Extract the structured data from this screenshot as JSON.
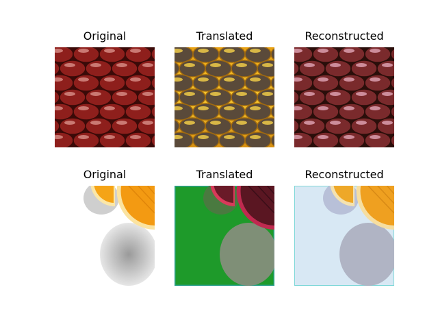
{
  "figure": {
    "rows": [
      {
        "panels": [
          {
            "title": "Original",
            "content": "apples-icon"
          },
          {
            "title": "Translated",
            "content": "translated-apples-icon"
          },
          {
            "title": "Reconstructed",
            "content": "reconstructed-apples-icon"
          }
        ]
      },
      {
        "panels": [
          {
            "title": "Original",
            "content": "orange-slices-icon"
          },
          {
            "title": "Translated",
            "content": "translated-orange-slices-icon"
          },
          {
            "title": "Reconstructed",
            "content": "reconstructed-orange-slices-icon"
          }
        ]
      }
    ]
  },
  "colors": {
    "apple_red": "#8e1f1c",
    "apple_highlight": "#d9908a",
    "apple_shadow": "#3a0a08",
    "translated_yellow": "#f2b21a",
    "translated_dark": "#5a4a3a",
    "orange": "#f39a12",
    "orange_light": "#fbe0a0",
    "green_bg": "#1e9a2a",
    "maroon": "#6a1a28",
    "pale_blue": "#d8e8f4",
    "shadow_gray": "#b8b8b8"
  }
}
